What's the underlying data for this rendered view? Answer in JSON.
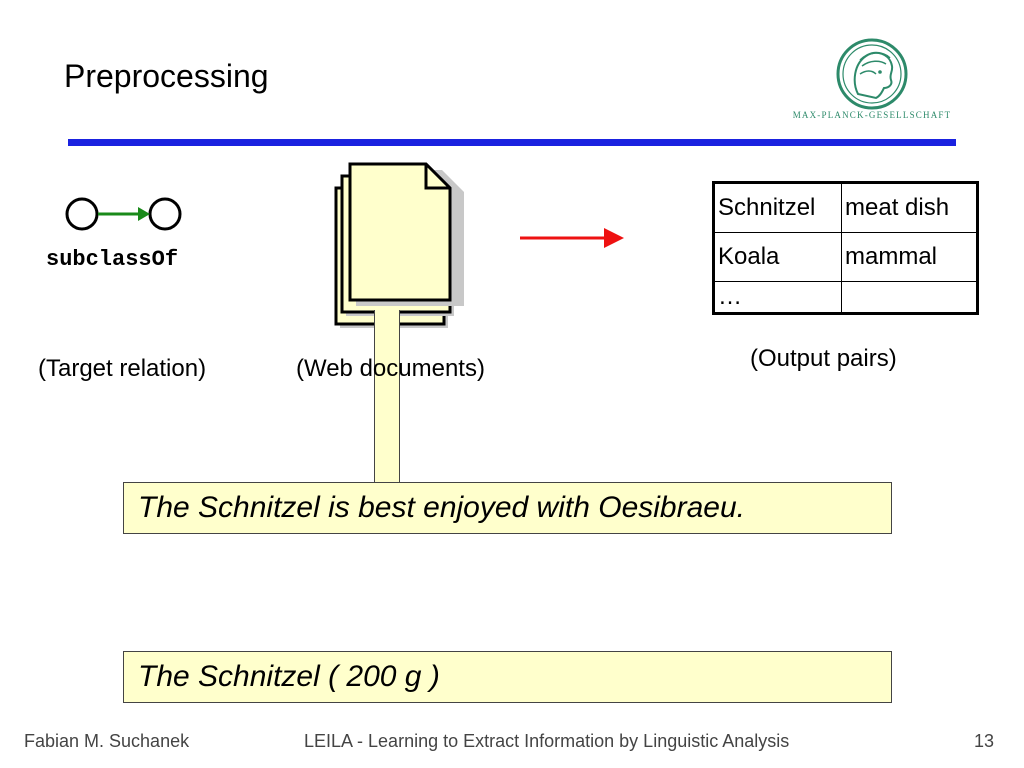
{
  "slide": {
    "title": "Preprocessing",
    "logo_text": "MAX-PLANCK-GESELLSCHAFT"
  },
  "relation": {
    "label": "subclassOf",
    "caption": "(Target relation)",
    "node_color": "#000000",
    "arrow_color": "#1a8a1a"
  },
  "documents": {
    "caption": "(Web documents)",
    "icon": "stacked-documents-icon"
  },
  "arrow": {
    "color": "#ee1111",
    "icon": "right-arrow-icon"
  },
  "output": {
    "caption": "(Output pairs)",
    "rows": [
      [
        "Schnitzel",
        "meat dish"
      ],
      [
        "Koala",
        "mammal"
      ],
      [
        "…",
        ""
      ]
    ]
  },
  "sentences": {
    "raw": "The Schnitzel is best enjoyed with Oesibraeu.",
    "tokenized": "The Schnitzel  (  200  g  )",
    "box_color": "#ffffcc"
  },
  "footer": {
    "author": "Fabian M. Suchanek",
    "talk_title": "LEILA - Learning to Extract Information by Linguistic Analysis",
    "page_number": "13"
  },
  "colors": {
    "rule": "#1a22e0",
    "logo": "#2d8a6a"
  }
}
